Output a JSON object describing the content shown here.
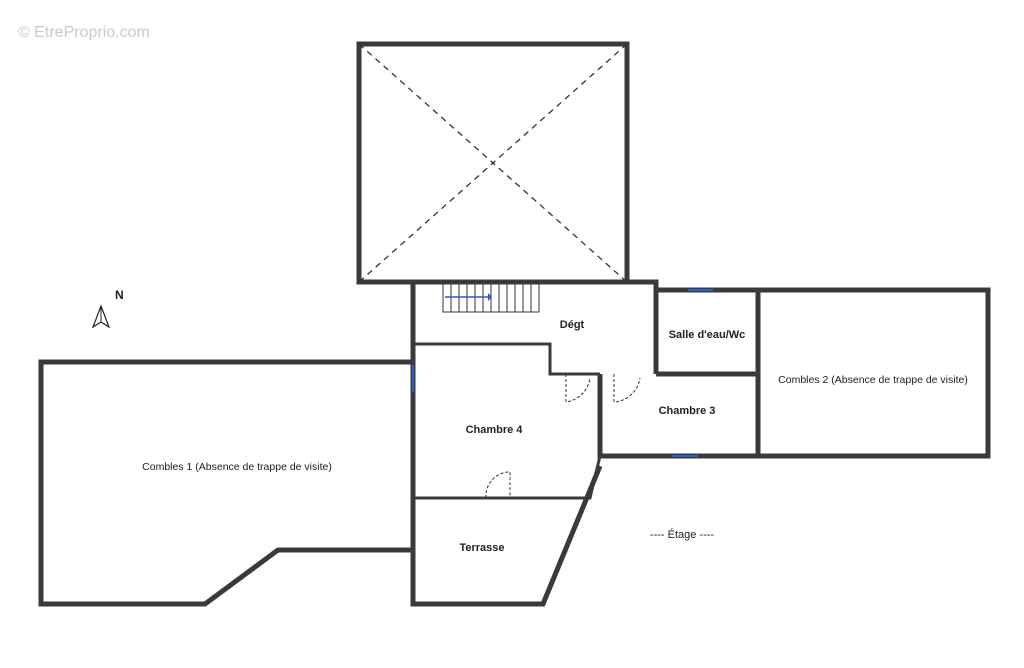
{
  "watermark": "© EtreProprio.com",
  "compass": {
    "letter": "N"
  },
  "rooms": {
    "degt": "Dégt",
    "salle_eau": "Salle d'eau/Wc",
    "combles2": "Combles 2 (Absence de trappe de visite)",
    "chambre3": "Chambre 3",
    "chambre4": "Chambre 4",
    "combles1": "Combles 1 (Absence de trappe de visite)",
    "terrasse": "Terrasse"
  },
  "floor_label": "---- Étage ----",
  "colors": {
    "wall": "#3a3a3a",
    "window": "#2c5fd6",
    "background": "#ffffff"
  }
}
